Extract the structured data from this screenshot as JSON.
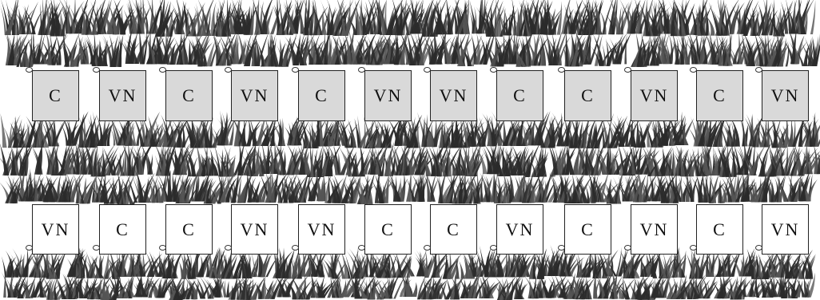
{
  "diagram": {
    "rows": [
      {
        "id": "row-1",
        "shaded": true,
        "plots": [
          "C",
          "VN",
          "C",
          "VN",
          "C",
          "VN",
          "VN",
          "C",
          "C",
          "VN",
          "C",
          "VN"
        ]
      },
      {
        "id": "row-2",
        "shaded": false,
        "plots": [
          "VN",
          "C",
          "C",
          "VN",
          "VN",
          "C",
          "C",
          "VN",
          "C",
          "VN",
          "C",
          "VN"
        ]
      }
    ],
    "colors": {
      "shaded_fill": "#d9d9d9",
      "plain_fill": "#ffffff",
      "outline": "#222222",
      "grass_dark": "#2b2b2b",
      "grass_mid": "#555555"
    },
    "icons": {
      "grass": "grass-tuft-icon",
      "marker": "plant-marker-icon"
    }
  }
}
